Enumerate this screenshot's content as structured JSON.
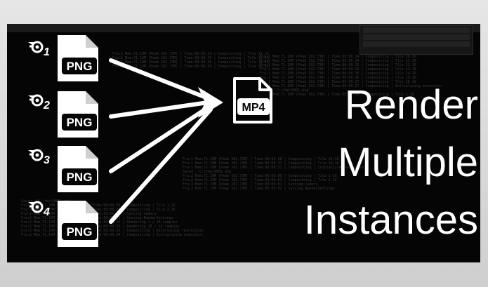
{
  "heading": {
    "line1": "Render",
    "line2": "Multiple",
    "line3": "Instances"
  },
  "inputs": [
    {
      "number": "1",
      "label": "PNG"
    },
    {
      "number": "2",
      "label": "PNG"
    },
    {
      "number": "3",
      "label": "PNG"
    },
    {
      "number": "4",
      "label": "PNG"
    }
  ],
  "output": {
    "label": "MP4"
  },
  "console_lines": [
    "Fra:1 Mem:71.10M (Peak 102.73M) | Time:00:00.34 | Compositing | Tile 10-16",
    "Fra:1 Mem:71.10M (Peak 102.73M) | Time:00:00.34 | Compositing | Tile 11-16",
    "Fra:1 Mem:71.10M (Peak 102.73M) | Time:00:00.35 | Compositing | Tile 12-16",
    "Fra:1 Mem:71.10M (Peak 102.73M) | Time:00:00.35 | Compositing | Tile 13-16",
    "Fra:1 Mem:71.10M (Peak 102.73M) | Time:00:00.36 | Compositing | Tile 14-16",
    "Fra:1 Mem:71.10M (Peak 102.73M) | Time:00:00.36 | Compositing | Tile 15-16",
    "Fra:1 Mem:71.10M (Peak 102.73M) | Time:00:00.37 | Compositing | Tile 16-16",
    "Fra:1 Mem:71.10M (Peak 102.73M) | Time:00:00.37 | Compositing | Initializing execution",
    "Saved: 'C:\\tmp\\0001.png'",
    "Fra:2 Mem:71.10M (Peak 102.73M) | Time:00:00.00 | Compositing | Tile 1-16",
    "Fra:2 Mem:71.10M (Peak 102.73M) | Time:00:00.01 | Compositing | Tile 2-16",
    "Fra:2 Mem:71.10M (Peak 102.73M) | Time:00:00.01 | Syncing Camera",
    "Fra:2 Mem:71.10M (Peak 102.73M) | Time:00:00.02 | Syncing RenderSettings",
    "Fra:2 Mem:71.10M (Peak 102.73M) | Time:00:00.02 | Rendering 1 / 16 samples",
    "Fra:2 Mem:71.10M (Peak 102.73M) | Time:00:00.03 | Rendering 16 / 16 samples",
    "Fra:2 Mem:71.10M (Peak 102.73M) | Time:00:00.03 | Compositing | Determining resolution",
    "Fra:2 Mem:71.10M (Peak 102.73M) | Time:00:00.04 | Compositing | Initializing execution"
  ]
}
